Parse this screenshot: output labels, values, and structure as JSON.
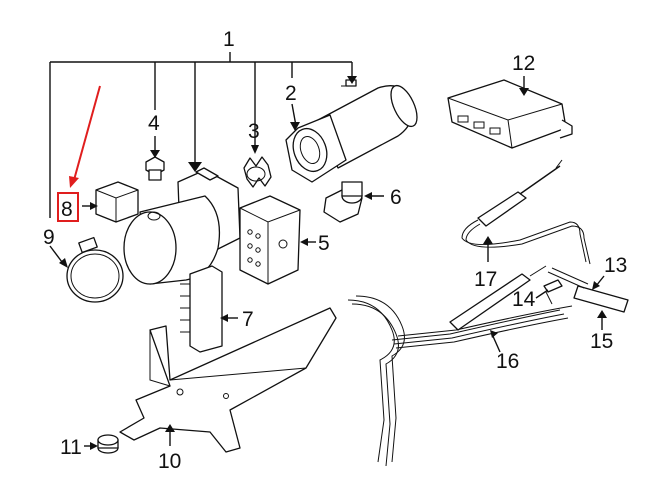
{
  "diagram": {
    "callouts": {
      "c1": "1",
      "c2": "2",
      "c3": "3",
      "c4": "4",
      "c5": "5",
      "c6": "6",
      "c7": "7",
      "c8": "8",
      "c9": "9",
      "c10": "10",
      "c11": "11",
      "c12": "12",
      "c13": "13",
      "c14": "14",
      "c15": "15",
      "c16": "16",
      "c17": "17"
    },
    "highlighted_callout": "8",
    "colors": {
      "line": "#111111",
      "highlight": "#e01e1e",
      "background": "#ffffff"
    }
  }
}
